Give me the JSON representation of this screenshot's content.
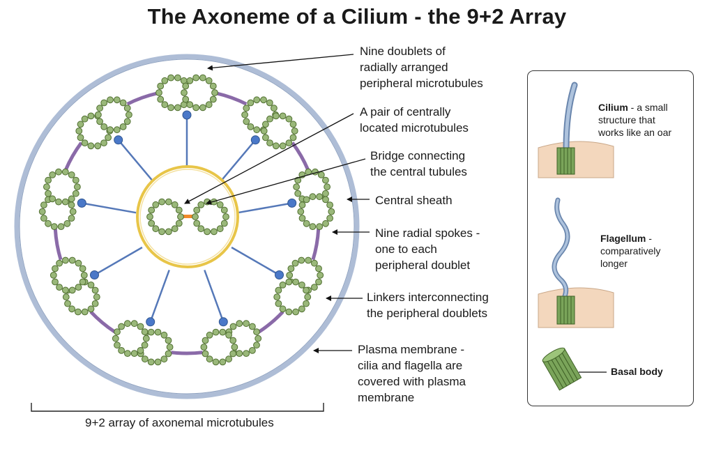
{
  "title": "The Axoneme of a Cilium - the 9+2 Array",
  "labels": {
    "doublets": [
      "Nine doublets of",
      "radially arranged",
      "peripheral microtubules"
    ],
    "central_pair": [
      "A pair of centrally",
      "located microtubules"
    ],
    "bridge": [
      "Bridge connecting",
      "the central tubules"
    ],
    "sheath": [
      "Central sheath"
    ],
    "spokes": [
      "Nine radial spokes -",
      "one to each",
      "peripheral doublet"
    ],
    "linkers": [
      "Linkers interconnecting",
      "the peripheral doublets"
    ],
    "membrane": [
      "Plasma membrane -",
      "cilia and flagella are",
      "covered with plasma",
      "membrane"
    ]
  },
  "scale_caption": "9+2 array of axonemal microtubules",
  "inset": {
    "cilium_term": "Cilium",
    "cilium_desc": [
      " - a small",
      "structure that",
      "works like an oar"
    ],
    "flagellum_term": "Flagellum",
    "flagellum_desc": [
      " -",
      "comparatively",
      "longer"
    ],
    "basal_body": "Basal body"
  },
  "colors": {
    "membrane": "#aebdd6",
    "tubule_fill": "#9ab87a",
    "tubule_stroke": "#4f6e2f",
    "spoke": "#5578b8",
    "spoke_head": "#4a78c8",
    "linker": "#8a6aa8",
    "sheath": "#e8c548",
    "bridge": "#f08a2a",
    "tissue": "#f3d7bd"
  }
}
